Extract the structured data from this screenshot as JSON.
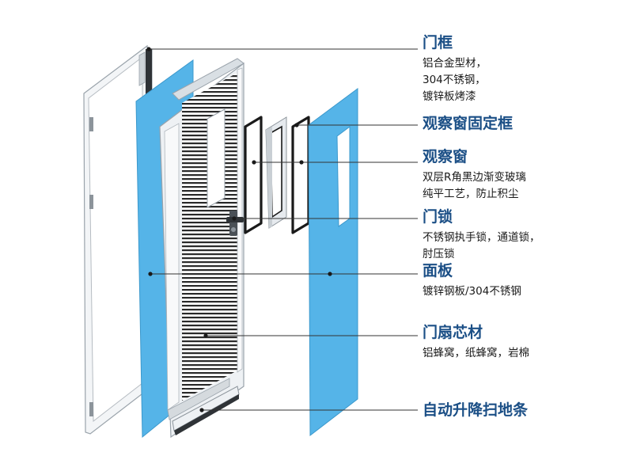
{
  "labels": [
    {
      "id": "door-frame",
      "title": "门框",
      "lines": [
        "铝合金型材，",
        "304不锈钢，",
        "镀锌板烤漆"
      ]
    },
    {
      "id": "window-fixing-frame",
      "title": "观察窗固定框",
      "lines": []
    },
    {
      "id": "observation-window",
      "title": "观察窗",
      "lines": [
        "双层R角黑边渐变玻璃",
        "纯平工艺，防止积尘"
      ]
    },
    {
      "id": "door-lock",
      "title": "门锁",
      "lines": [
        "不锈钢执手锁，通道锁，",
        "肘压锁"
      ]
    },
    {
      "id": "panel",
      "title": "面板",
      "lines": [
        "镀锌钢板/304不锈钢"
      ]
    },
    {
      "id": "door-core",
      "title": "门扇芯材",
      "lines": [
        "铝蜂窝，纸蜂窝，岩棉"
      ]
    },
    {
      "id": "sweep-strip",
      "title": "自动升降扫地条",
      "lines": []
    }
  ],
  "colors": {
    "panel_blue": "#55b4e8",
    "title_blue": "#1b4f86",
    "frame_white": "#f3f5f7",
    "core_stripe": "#2a2a2a",
    "leader_line": "#333333"
  }
}
